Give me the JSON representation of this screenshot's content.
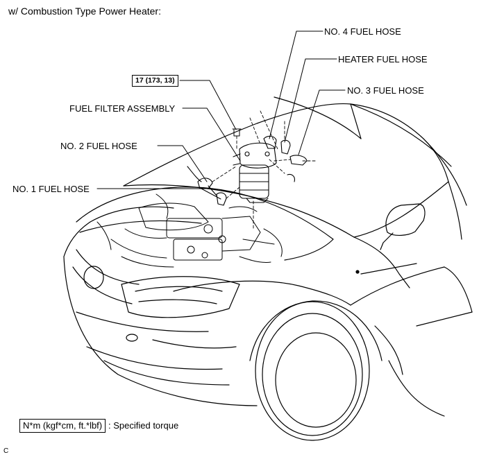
{
  "header": {
    "title": "w/ Combustion Type Power Heater:"
  },
  "labels": {
    "no4_fuel_hose": "NO. 4 FUEL HOSE",
    "heater_fuel_hose": "HEATER FUEL HOSE",
    "no3_fuel_hose": "NO. 3 FUEL HOSE",
    "fuel_filter_assembly": "FUEL FILTER ASSEMBLY",
    "no2_fuel_hose": "NO. 2 FUEL HOSE",
    "no1_fuel_hose": "NO. 1 FUEL HOSE"
  },
  "torque_box": "17 (173, 13)",
  "legend": {
    "unit": "N*m (kgf*cm, ft.*lbf)",
    "description": ": Specified torque"
  },
  "footer_code": "C"
}
